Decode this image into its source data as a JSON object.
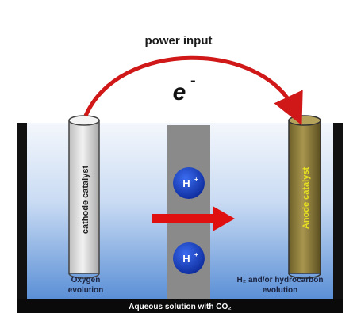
{
  "power_input_label": "power input",
  "electron": {
    "symbol": "e",
    "charge": "-"
  },
  "cathode": {
    "label": "cathode catalyst",
    "caption_line1": "Oxygen",
    "caption_line2": "evolution"
  },
  "anode": {
    "label": "Anode catalyst",
    "caption_line1": "H₂ and/or hydrocarbon",
    "caption_line2": "evolution"
  },
  "membrane": {
    "ions": [
      {
        "symbol": "H",
        "charge": "+"
      },
      {
        "symbol": "H",
        "charge": "+"
      }
    ]
  },
  "solution_label": "Aqueous solution with CO₂",
  "colors": {
    "arc_arrow": "#d01818",
    "proton_arrow": "#e01010",
    "ion_fill": "#1540c8",
    "membrane": "#8a8a8a",
    "anode_rod": "#8a7a3a",
    "anode_label": "#e8e020",
    "cathode_rod": "#e4e4e4",
    "water_top": "#f2f6fc",
    "water_bottom": "#5a8fd6",
    "base_bar": "#0a0a0a"
  }
}
